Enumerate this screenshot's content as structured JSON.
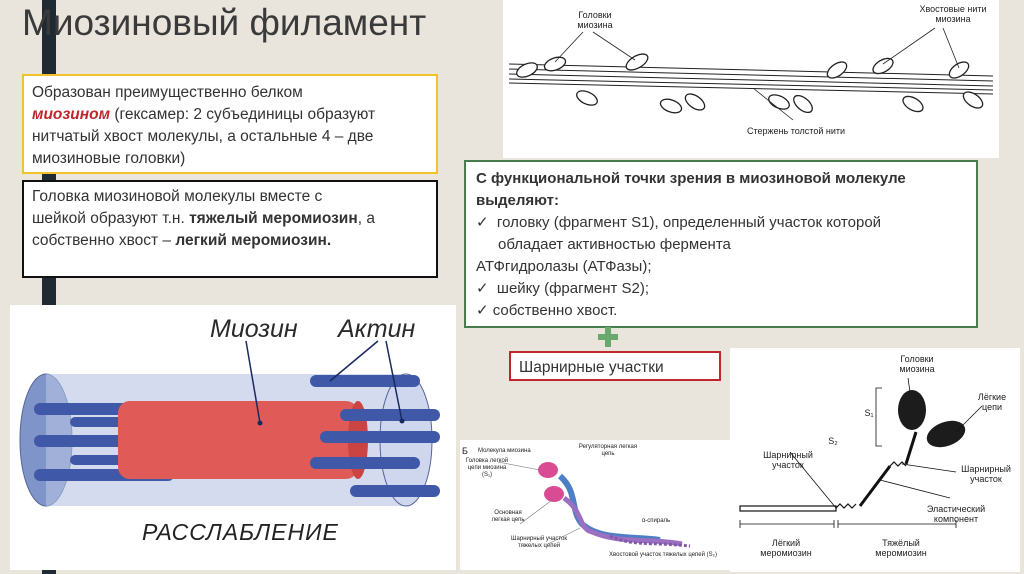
{
  "slide": {
    "title": "Миозиновый филамент"
  },
  "box_myosin": {
    "line1": "Образован преимущественно белком",
    "myosin_word": "миозином",
    "line2_rest": " (гексамер: 2 субъединицы образуют",
    "line3": "нитчатый хвост молекулы, а остальные 4 – две",
    "line4": "миозиновые головки)"
  },
  "box_head": {
    "line1": "Головка миозиновой молекулы вместе с",
    "line2_pre": "шейкой образуют т.н. ",
    "heavy": "тяжелый меромиозин",
    "line2_post": ", а",
    "line3_pre": "собственно хвост – ",
    "light": "легкий меромиозин."
  },
  "box_func": {
    "heading1": "С функциональной точки зрения в миозиновой молекуле",
    "heading2": "выделяют:",
    "item1a": "головку (фрагмент S1), определенный участок которой",
    "item1b": "обладает активностью фермента",
    "item1c": "АТФгидролазы (АТФазы);",
    "item2": "шейку (фрагмент S2);",
    "item3": "собственно хвост.",
    "check": "✓"
  },
  "box_hinge": {
    "text": "Шарнирные участки"
  },
  "fig_filament": {
    "heads_label": "Головки миозина",
    "tails_label": "Хвостовые нити миозина",
    "rod_label": "Стержень толстой нити"
  },
  "fig_actomyosin": {
    "myosin_label": "Миозин",
    "actin_label": "Актин",
    "state_label": "РАССЛАБЛЕНИЕ"
  },
  "fig_molecule_small": {
    "panel": "Б",
    "mol_label": "Молекула миозина",
    "reg_chain": "Регуляторная легкая цепь",
    "head_label": "Головка легкой цепи миозина (S₁)",
    "main_chain": "Основная легкая цепь",
    "alpha_helix": "α-спираль",
    "hinge_heavy": "Шарнирный участок тяжелых цепей",
    "tail_label": "Хвостовой участок тяжелых цепей (S₂)"
  },
  "fig_molecule_right": {
    "heads": "Головки миозина",
    "light_chains": "Лёгкие цепи",
    "s1": "S₁",
    "s2": "S₂",
    "hinge_left": "Шарнирный участок",
    "hinge_right": "Шарнирный участок",
    "elastic": "Эластический компонент",
    "light_mero": "Лёгкий меромиозин",
    "heavy_mero": "Тяжёлый меромиозин"
  },
  "colors": {
    "yellow": "#f2c12e",
    "green": "#4a7d4e",
    "red": "#c0272d",
    "actin_blue": "#3f58a8",
    "myosin_red": "#e05a58"
  }
}
